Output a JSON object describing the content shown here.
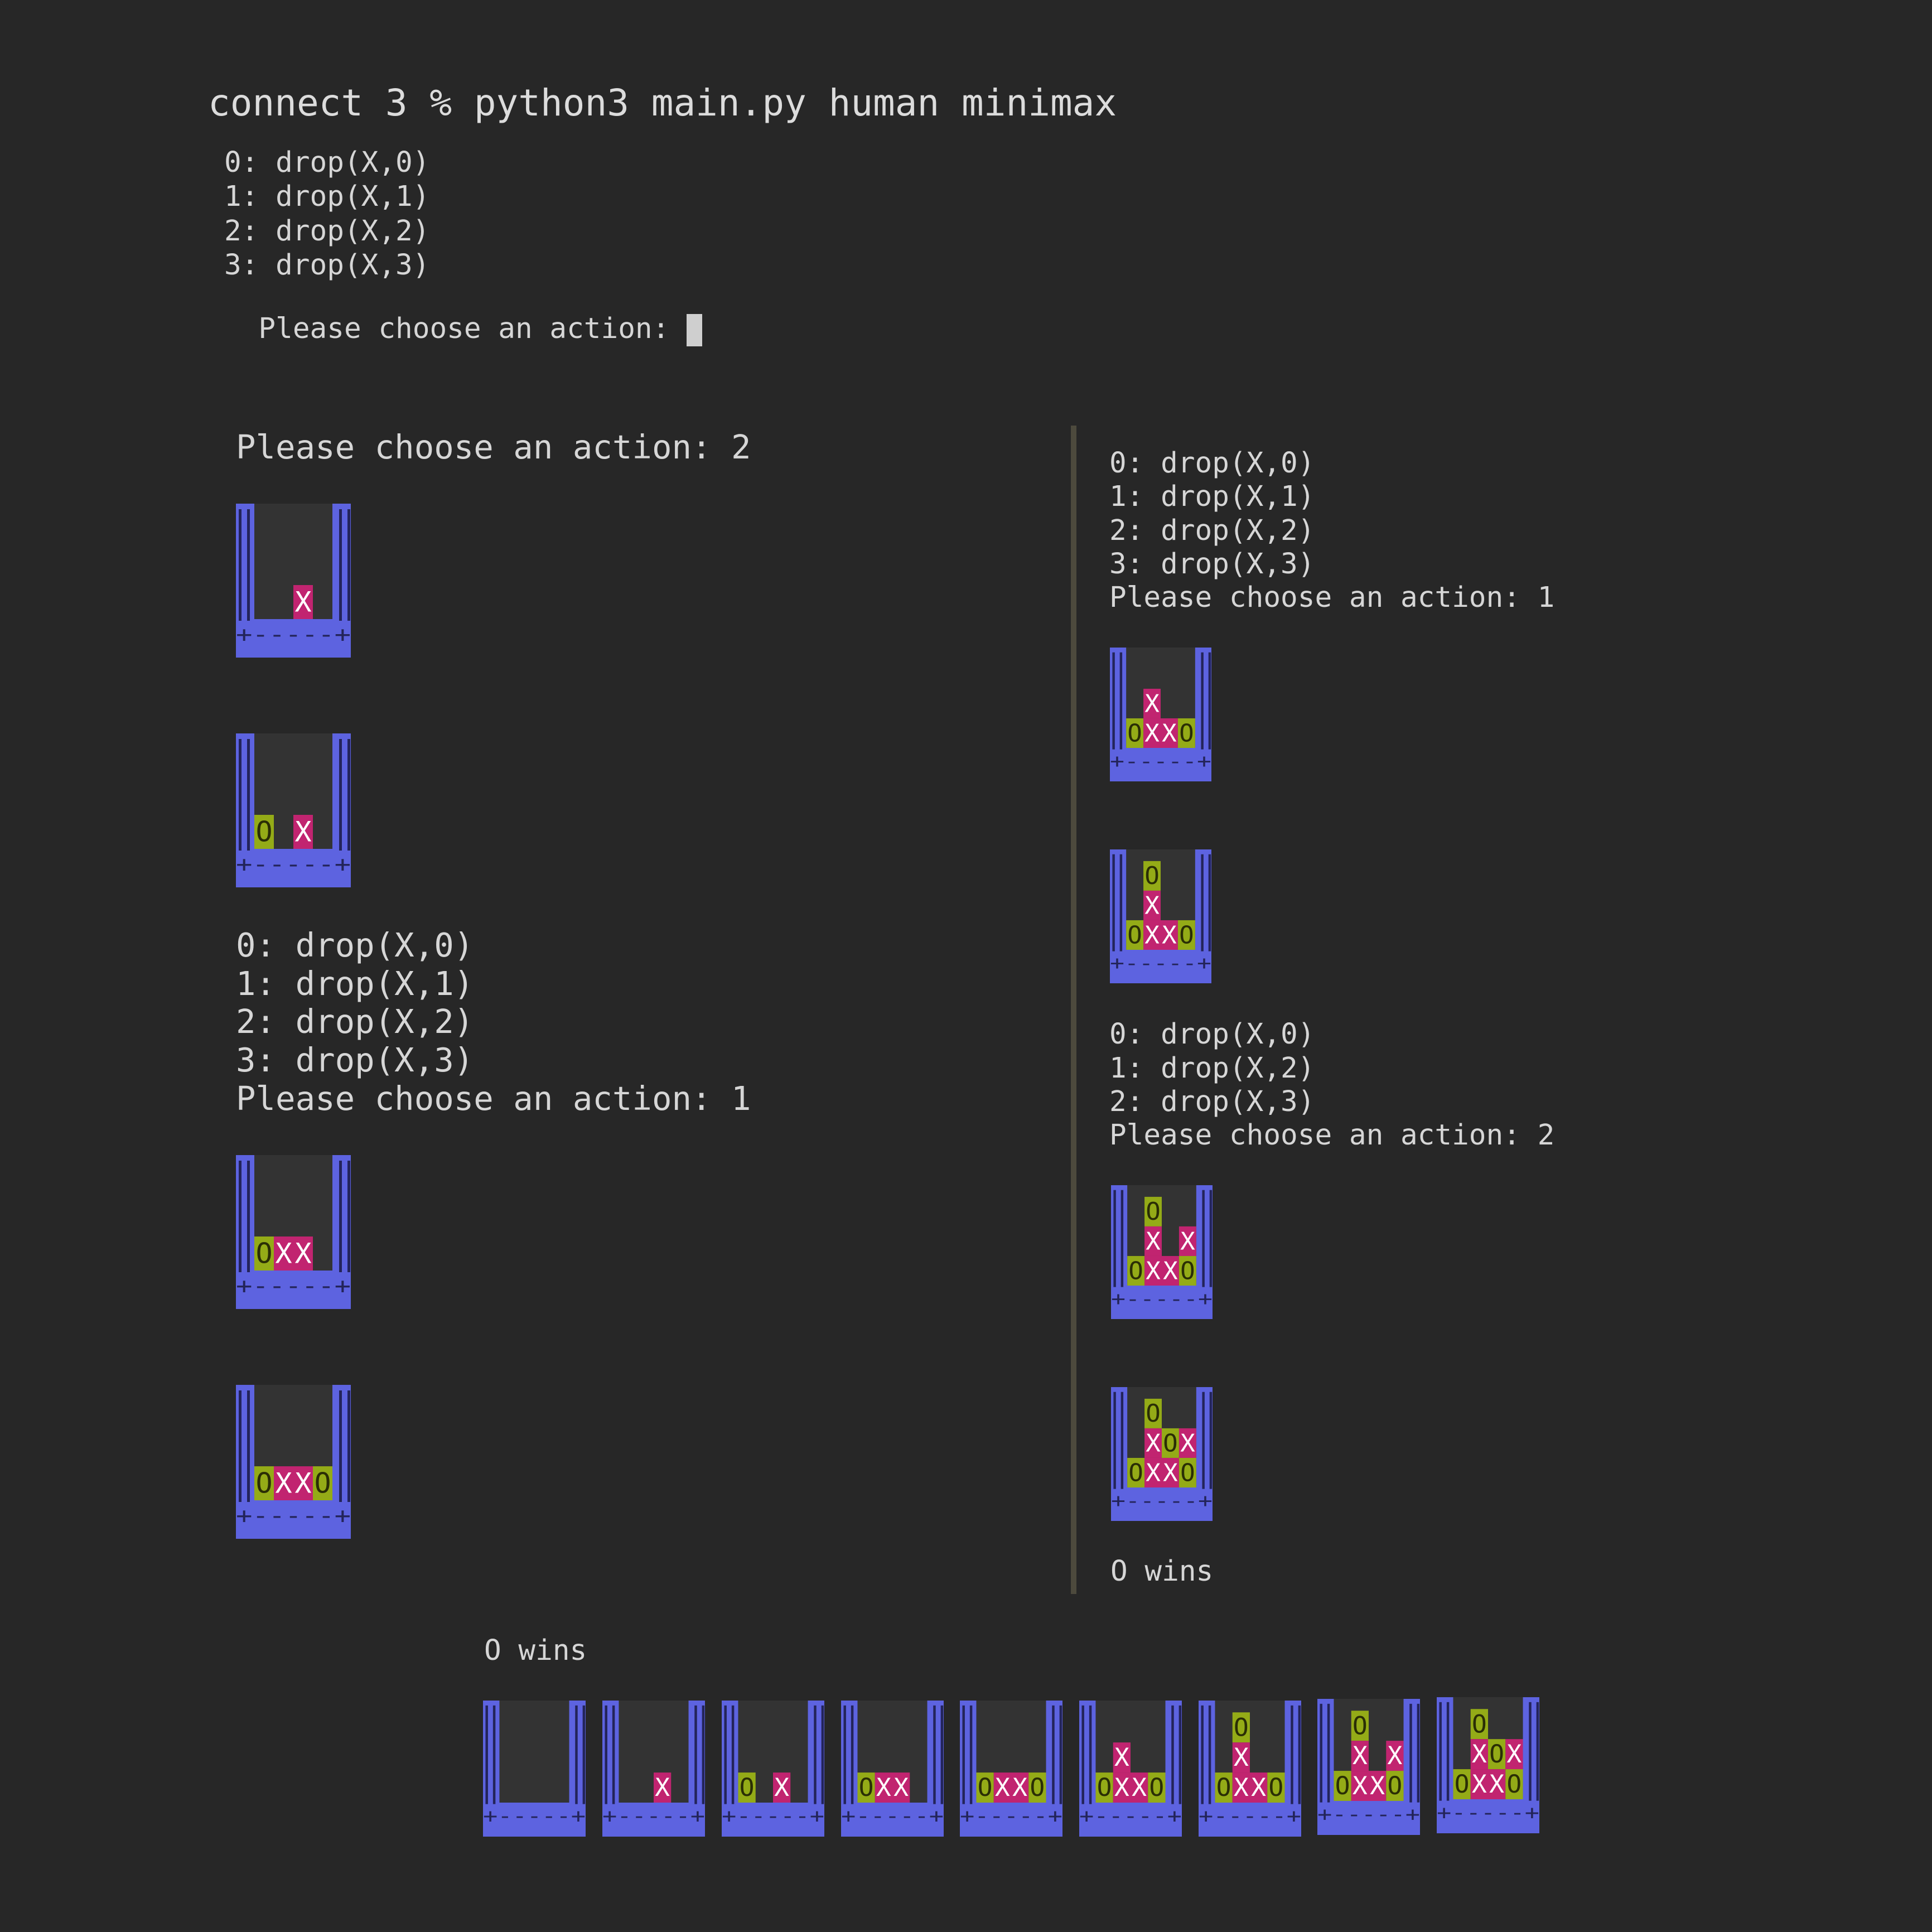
{
  "terminal": {
    "command": "connect 3 % python3 main.py human minimax",
    "prompt_label": "Please choose an action: ",
    "panel_top": {
      "actions": [
        "0: drop(X,0)",
        "1: drop(X,1)",
        "2: drop(X,2)",
        "3: drop(X,3)"
      ]
    },
    "panel_left": {
      "prompt1": "Please choose an action: 2",
      "actions": [
        "0: drop(X,0)",
        "1: drop(X,1)",
        "2: drop(X,2)",
        "3: drop(X,3)"
      ],
      "prompt2": "Please choose an action: 1"
    },
    "panel_right": {
      "actions1": [
        "0: drop(X,0)",
        "1: drop(X,1)",
        "2: drop(X,2)",
        "3: drop(X,3)"
      ],
      "prompt1": "Please choose an action: 1",
      "actions2": [
        "0: drop(X,0)",
        "1: drop(X,2)",
        "2: drop(X,3)"
      ],
      "prompt2": "Please choose an action: 2",
      "result": "O wins"
    },
    "bottom_result": "O wins"
  },
  "board": {
    "floor_text": "+-----+",
    "wall_text": "|",
    "colors": {
      "frame": "#5d63e0",
      "frame_line": "#23245a",
      "interior": "#333333",
      "x_piece": "#c12470",
      "o_piece": "#94ab17",
      "o_text": "#2a2e05",
      "x_text": "#ffffff"
    }
  },
  "boards": {
    "left": [
      [
        "    ",
        "    ",
        "  X "
      ],
      [
        "    ",
        "    ",
        "O X "
      ],
      [
        "    ",
        "    ",
        "OXX "
      ],
      [
        "    ",
        "    ",
        "OXXO"
      ]
    ],
    "right": [
      [
        "    ",
        " X  ",
        "OXXO"
      ],
      [
        " O  ",
        " X  ",
        "OXXO"
      ],
      [
        " O  ",
        " X X",
        "OXXO"
      ],
      [
        " O  ",
        " XOX",
        "OXXO"
      ]
    ],
    "bottom": [
      [
        "    ",
        "    ",
        "    "
      ],
      [
        "    ",
        "    ",
        "  X "
      ],
      [
        "    ",
        "    ",
        "O X "
      ],
      [
        "    ",
        "    ",
        "OXX "
      ],
      [
        "    ",
        "    ",
        "OXXO"
      ],
      [
        "    ",
        " X  ",
        "OXXO"
      ],
      [
        " O  ",
        " X  ",
        "OXXO"
      ],
      [
        " O  ",
        " X X",
        "OXXO"
      ],
      [
        " O  ",
        " XOX",
        "OXXO"
      ]
    ]
  }
}
